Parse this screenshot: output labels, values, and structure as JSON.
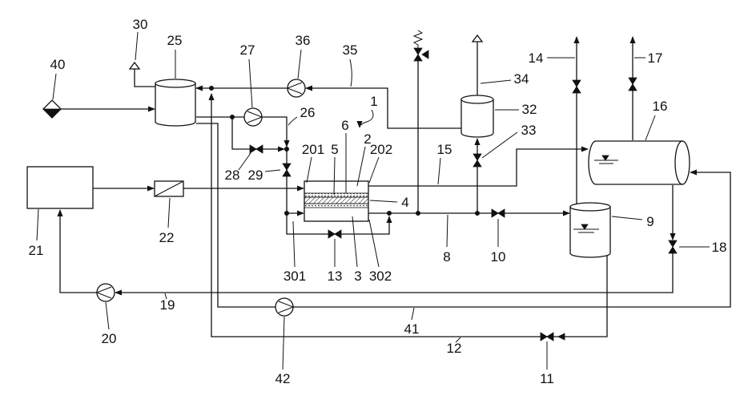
{
  "colors": {
    "line": "#111111",
    "background": "#ffffff"
  },
  "reference_numerals": {
    "r1": "1",
    "r2": "2",
    "r3": "3",
    "r4": "4",
    "r5": "5",
    "r6": "6",
    "r8": "8",
    "r9": "9",
    "r10": "10",
    "r11": "11",
    "r12": "12",
    "r13": "13",
    "r14": "14",
    "r15": "15",
    "r16": "16",
    "r17": "17",
    "r18": "18",
    "r19": "19",
    "r20": "20",
    "r21": "21",
    "r22": "22",
    "r25": "25",
    "r26": "26",
    "r27": "27",
    "r28": "28",
    "r29": "29",
    "r30": "30",
    "r32": "32",
    "r33": "33",
    "r34": "34",
    "r35": "35",
    "r36": "36",
    "r40": "40",
    "r41": "41",
    "r42": "42",
    "r201": "201",
    "r202": "202",
    "r301": "301",
    "r302": "302"
  }
}
